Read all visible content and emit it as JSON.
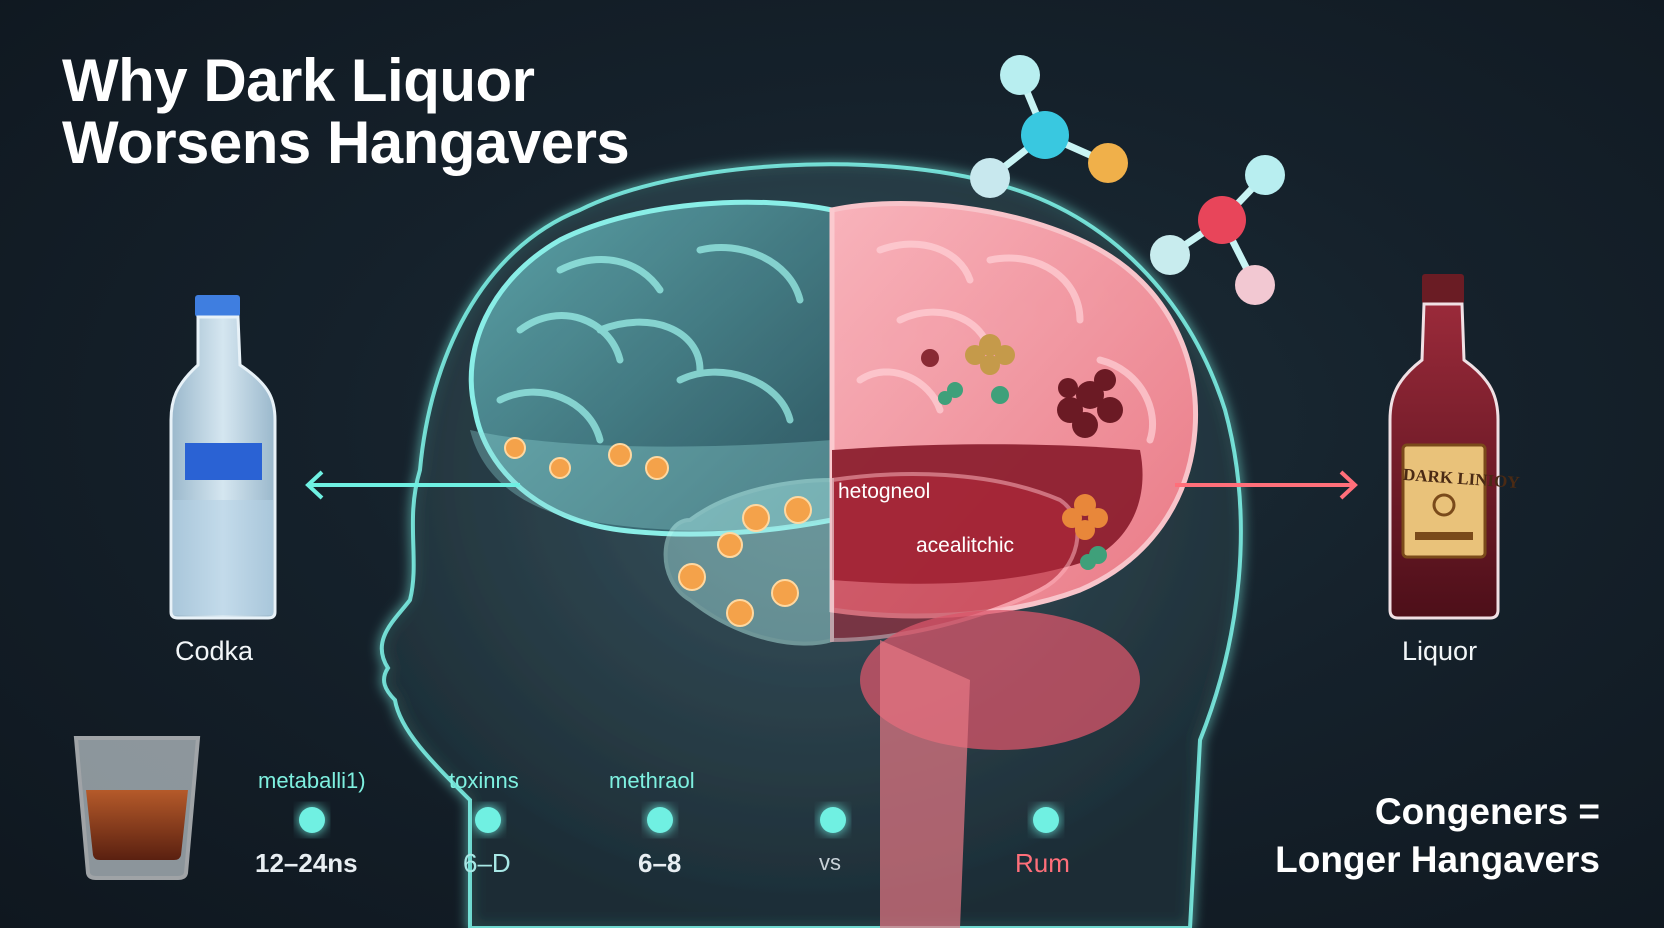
{
  "title": {
    "line1": "Why Dark Liquor",
    "line2": "Worsens Hangavers"
  },
  "left_bottle": {
    "label": "Codka",
    "icon": "clear-vodka-bottle-icon"
  },
  "right_bottle": {
    "label": "Liquor",
    "brand_text": "DARK LINIOY",
    "icon": "dark-liquor-bottle-icon"
  },
  "brain": {
    "label_1": "hetogneol",
    "label_2": "acealitchic",
    "left_half_color": "#66e6e0",
    "right_half_color": "#ff8a96"
  },
  "glass": {
    "icon": "whiskey-glass-icon"
  },
  "timeline": {
    "top_labels": [
      "metaballi1)",
      "toxinns",
      "methraol"
    ],
    "bottom_labels": [
      "12–24ns",
      "6–D",
      "6–8",
      "vs",
      "Rum"
    ]
  },
  "conclusion": {
    "line1": "Congeners =",
    "line2": "Longer Hangavers"
  },
  "colors": {
    "accent_cyan": "#6ff0e2",
    "accent_red": "#ff6f7a",
    "dark_liquor": "#6e1a26",
    "background": "#15212b"
  }
}
